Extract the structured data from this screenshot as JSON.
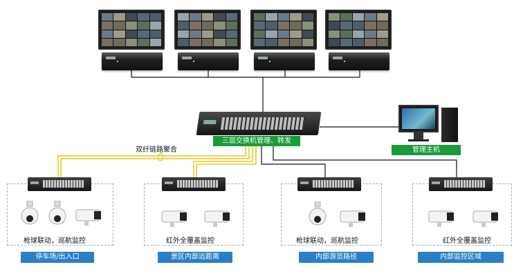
{
  "core_switch_label": "三层交换机管理、转发",
  "mgmt_host_label": "管理主机",
  "fiber_label": "双纤链路聚合",
  "zones": [
    {
      "caption": "枪球联动，巡航监控",
      "button": "停车场/出入口"
    },
    {
      "caption": "红外全覆盖监控",
      "button": "景区内部远距离"
    },
    {
      "caption": "枪球联动，巡航监控",
      "button": "内部游览路径"
    },
    {
      "caption": "红外全覆盖监控",
      "button": "内部监控区域"
    }
  ],
  "colors": {
    "accent_blue": "#2a7fc7",
    "label_green": "#1a9a3a",
    "fiber_yellow": "#f0c419"
  }
}
